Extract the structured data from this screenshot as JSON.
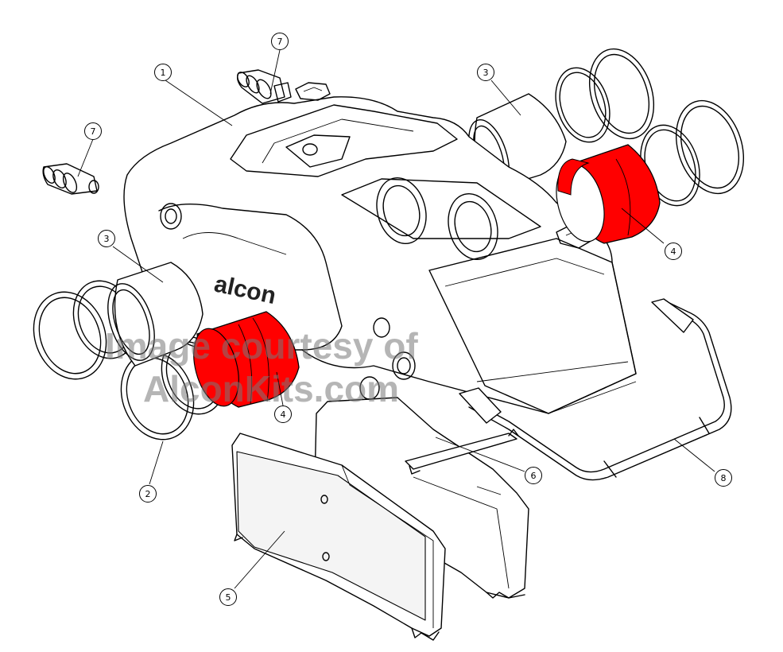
{
  "brand_label": "alcon",
  "watermark": {
    "line1": "Image courtesy of",
    "line2": "AlconKits.com"
  },
  "colors": {
    "piston": "#ff0000",
    "outline": "#000000",
    "background": "#ffffff"
  },
  "callouts": [
    {
      "id": "c1",
      "label": "1"
    },
    {
      "id": "c7a",
      "label": "7"
    },
    {
      "id": "c7b",
      "label": "7"
    },
    {
      "id": "c3a",
      "label": "3"
    },
    {
      "id": "c3b",
      "label": "3"
    },
    {
      "id": "c4a",
      "label": "4"
    },
    {
      "id": "c4b",
      "label": "4"
    },
    {
      "id": "c2",
      "label": "2"
    },
    {
      "id": "c5",
      "label": "5"
    },
    {
      "id": "c6",
      "label": "6"
    },
    {
      "id": "c8",
      "label": "8"
    }
  ]
}
